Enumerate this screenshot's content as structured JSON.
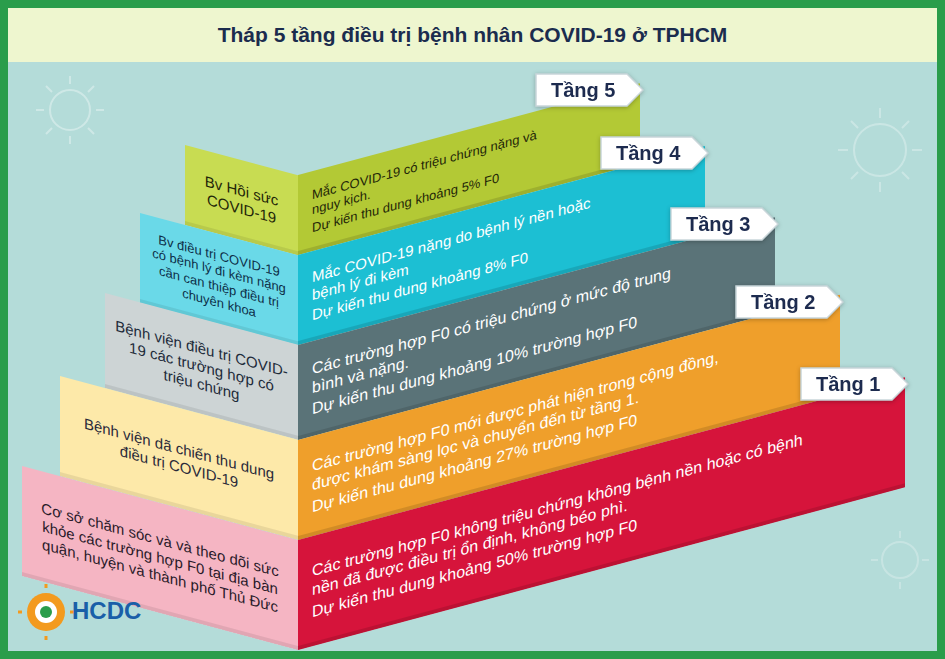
{
  "diagram": {
    "title": "Tháp 5 tầng điều trị bệnh nhân COVID-19 ở TPHCM",
    "nodes": [
      {
        "text": [
          "Tầng 5"
        ]
      },
      {
        "text": [
          "Bv Hồi sức COVID-19"
        ]
      },
      {
        "text": [
          "Mắc COVID-19 có triệu chứng nặng và nguy kịch.",
          "Dự kiến thu dung khoảng 5% F0"
        ]
      },
      {
        "text": [
          "Tầng 4"
        ]
      },
      {
        "text": [
          "Bv điều trị COVID-19 có bệnh lý đi kèm nặng cần can thiệp điều trị chuyên khoa"
        ]
      },
      {
        "text": [
          "Mắc COVID-19 nặng do bệnh lý nền hoặc bệnh lý đi kèm",
          "Dự kiến thu dung khoảng 8% F0"
        ]
      },
      {
        "text": [
          "Tầng 3"
        ]
      },
      {
        "text": [
          "Bệnh viện điều trị COVID-19 các trường hợp có triệu chứng"
        ]
      },
      {
        "text": [
          "Các trường hợp F0 có triệu chứng ở mức độ trung bình và nặng.",
          "Dự kiến thu dung khoảng 10% trường hợp F0"
        ]
      },
      {
        "text": [
          "Tầng 2"
        ]
      },
      {
        "text": [
          "Bệnh viện dã chiến thu dung điều trị COVID-19"
        ]
      },
      {
        "text": [
          "Các trường hợp F0 mới được phát hiện trong cộng đồng, được khám sàng lọc và chuyển đến từ tầng 1.",
          "Dự kiến thu dung khoảng 27% trường hợp F0"
        ]
      },
      {
        "text": [
          "Tầng 1"
        ]
      },
      {
        "text": [
          "Cơ sở chăm sóc và và theo dõi sức khỏe các trường hợp F0 tại địa bàn quận, huyện và thành phố Thủ Đức"
        ]
      },
      {
        "text": [
          "Các trường hợp F0 không triệu chứng không bệnh nền hoặc có bệnh nền đã được điều trị ổn định, không béo phì.",
          "Dự kiến thu dung khoảng 50% trường hợp F0"
        ]
      }
    ],
    "labels": [
      "HCDC"
    ]
  }
}
